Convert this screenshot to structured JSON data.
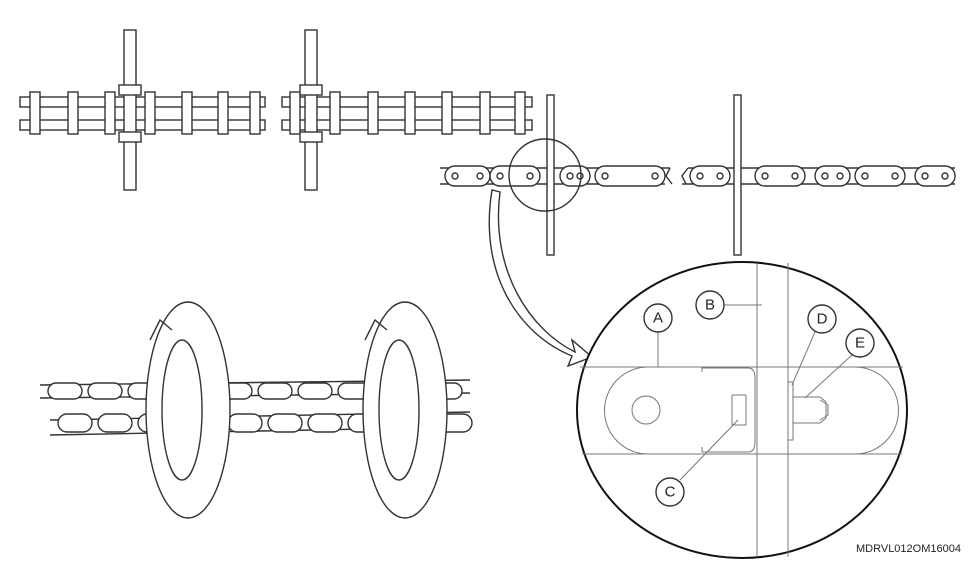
{
  "diagram": {
    "callouts": [
      {
        "id": "A",
        "label": "A"
      },
      {
        "id": "B",
        "label": "B"
      },
      {
        "id": "C",
        "label": "C"
      },
      {
        "id": "D",
        "label": "D"
      },
      {
        "id": "E",
        "label": "E"
      }
    ],
    "figure_code": "MDRVL012OM16004",
    "line_color": "#333333"
  }
}
